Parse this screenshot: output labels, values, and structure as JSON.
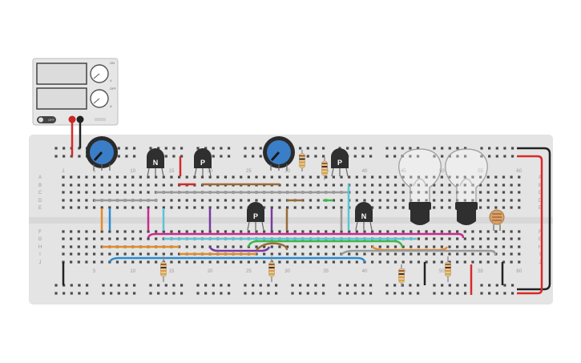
{
  "psu": {
    "knob1_label": "ON",
    "knob1_sub": "V",
    "knob2_label": "OFF",
    "knob2_sub": "A",
    "switch_label": "OFF"
  },
  "breadboard": {
    "col_numbers": [
      "1",
      "5",
      "10",
      "15",
      "20",
      "25",
      "30",
      "35",
      "40",
      "45",
      "50",
      "55",
      "60"
    ],
    "rows_top": [
      "A",
      "B",
      "C",
      "D",
      "E"
    ],
    "rows_bottom": [
      "F",
      "G",
      "H",
      "I",
      "J"
    ]
  },
  "components": {
    "transistors": [
      {
        "id": "q1",
        "type": "N"
      },
      {
        "id": "q2",
        "type": "P"
      },
      {
        "id": "q3",
        "type": "P"
      },
      {
        "id": "q4",
        "type": "P"
      },
      {
        "id": "q5",
        "type": "N"
      }
    ]
  },
  "colors": {
    "board": "#e4e4e4",
    "hole": "#4a4a4a",
    "wire_red": "#d62a2a",
    "wire_black": "#222222",
    "wire_orange": "#e38b2a",
    "wire_blue": "#2a8ccf",
    "wire_cyan": "#5ec3d8",
    "wire_magenta": "#c72c8e",
    "wire_purple": "#7a3aa0",
    "wire_green": "#3cb84a",
    "wire_brown": "#9a6b3a",
    "wire_gray": "#9a9a9a",
    "pot_blue": "#3a7ec8"
  }
}
